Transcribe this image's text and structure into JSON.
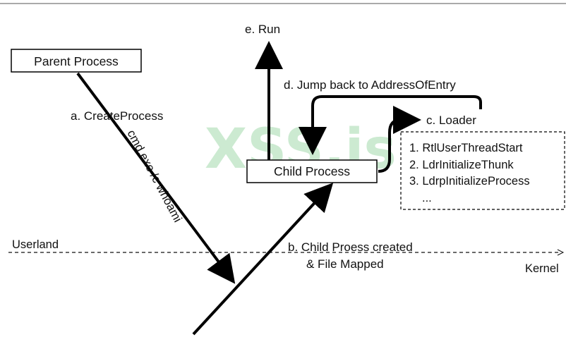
{
  "watermark": "XSS.is",
  "nodes": {
    "parent": "Parent Process",
    "child": "Child Process",
    "loader_items": [
      "1. RtlUserThreadStart",
      "2. LdrInitializeThunk",
      "3. LdrpInitializeProcess",
      "..."
    ]
  },
  "steps": {
    "a": "a. CreateProcess",
    "a_command": "cmd.exe /c whoami",
    "b_line1": "b.  Child Proess created",
    "b_line2": "& File Mapped",
    "c": "c. Loader",
    "d": "d. Jump back to AddressOfEntry",
    "e": "e. Run"
  },
  "regions": {
    "user": "Userland",
    "kernel": "Kernel"
  }
}
